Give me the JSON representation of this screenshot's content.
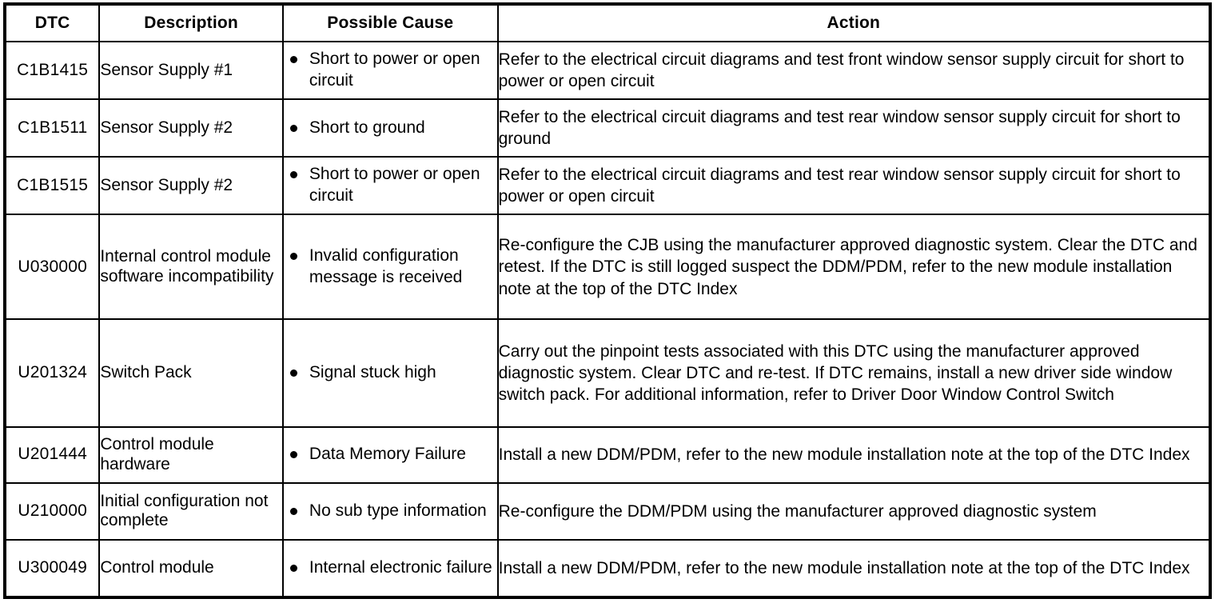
{
  "table": {
    "name": "dtc-index-table",
    "columns": [
      {
        "key": "dtc",
        "label": "DTC"
      },
      {
        "key": "description",
        "label": "Description"
      },
      {
        "key": "possible_cause",
        "label": "Possible Cause"
      },
      {
        "key": "action",
        "label": "Action"
      }
    ],
    "rows": [
      {
        "dtc": "C1B1415",
        "description": "Sensor Supply #1",
        "causes": [
          "Short to power or open circuit"
        ],
        "action": "Refer to the electrical circuit diagrams and test front window sensor supply circuit for short to power or open circuit"
      },
      {
        "dtc": "C1B1511",
        "description": "Sensor Supply #2",
        "causes": [
          "Short to ground"
        ],
        "action": "Refer to the electrical circuit diagrams and test rear window sensor supply circuit for short to ground"
      },
      {
        "dtc": "C1B1515",
        "description": "Sensor Supply #2",
        "causes": [
          "Short to power or open circuit"
        ],
        "action": "Refer to the electrical circuit diagrams and test rear window sensor supply circuit for short to power or open circuit"
      },
      {
        "dtc": "U030000",
        "description": "Internal control module software incompatibility",
        "causes": [
          "Invalid configuration message is received"
        ],
        "action": "Re-configure the CJB using the manufacturer approved diagnostic system. Clear the DTC and retest. If the DTC is still logged suspect the DDM/PDM, refer to the new module installation note at the top of the DTC Index"
      },
      {
        "dtc": "U201324",
        "description": "Switch Pack",
        "causes": [
          "Signal stuck high"
        ],
        "action": "Carry out the pinpoint tests associated with this DTC using the manufacturer approved diagnostic system. Clear DTC and re-test. If DTC remains, install a new driver side window switch pack. For additional information, refer to Driver Door Window Control Switch"
      },
      {
        "dtc": "U201444",
        "description": "Control module hardware",
        "causes": [
          "Data Memory Failure"
        ],
        "action": "Install a new DDM/PDM, refer to the new module installation note at the top of the DTC Index"
      },
      {
        "dtc": "U210000",
        "description": "Initial configuration not complete",
        "causes": [
          "No sub type information"
        ],
        "action": "Re-configure the DDM/PDM using the manufacturer approved diagnostic system"
      },
      {
        "dtc": "U300049",
        "description": "Control module",
        "causes": [
          "Internal electronic failure"
        ],
        "action": "Install a new DDM/PDM, refer to the new module installation note at the top of the DTC Index"
      }
    ]
  },
  "style": {
    "text_color": "#000000",
    "background_color": "#ffffff",
    "border_color": "#000000"
  }
}
